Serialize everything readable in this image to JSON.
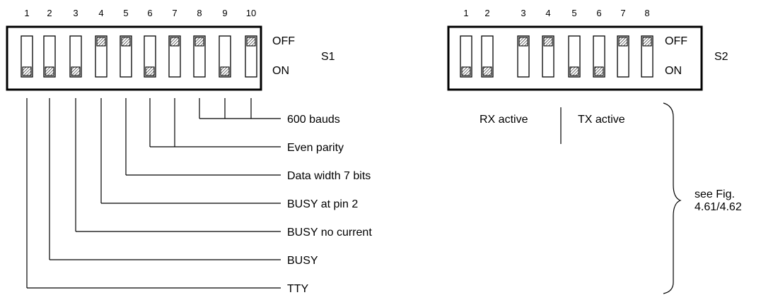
{
  "switch_blocks": [
    {
      "name": "S1",
      "numbers": [
        "1",
        "2",
        "3",
        "4",
        "5",
        "6",
        "7",
        "8",
        "9",
        "10"
      ],
      "positions": [
        "ON",
        "ON",
        "ON",
        "OFF",
        "OFF",
        "ON",
        "OFF",
        "OFF",
        "ON",
        "OFF"
      ],
      "off_label": "OFF",
      "on_label": "ON"
    },
    {
      "name": "S2",
      "numbers": [
        "1",
        "2",
        "3",
        "4",
        "5",
        "6",
        "7",
        "8"
      ],
      "positions": [
        "ON",
        "ON",
        "OFF",
        "OFF",
        "ON",
        "ON",
        "OFF",
        "OFF"
      ],
      "off_label": "OFF",
      "on_label": "ON"
    }
  ],
  "s1_settings": [
    {
      "label": "600 bauds",
      "switches": [
        8,
        9,
        10
      ]
    },
    {
      "label": "Even parity",
      "switches": [
        6,
        7
      ]
    },
    {
      "label": "Data width 7 bits",
      "switches": [
        5
      ]
    },
    {
      "label": "BUSY at pin 2",
      "switches": [
        4
      ]
    },
    {
      "label": "BUSY no current",
      "switches": [
        3
      ]
    },
    {
      "label": "BUSY",
      "switches": [
        2
      ]
    },
    {
      "label": "TTY",
      "switches": [
        1
      ]
    }
  ],
  "s2_groups": {
    "left": "RX active",
    "right": "TX active"
  },
  "bracket_note": [
    "see Fig.",
    "4.61/4.62"
  ]
}
